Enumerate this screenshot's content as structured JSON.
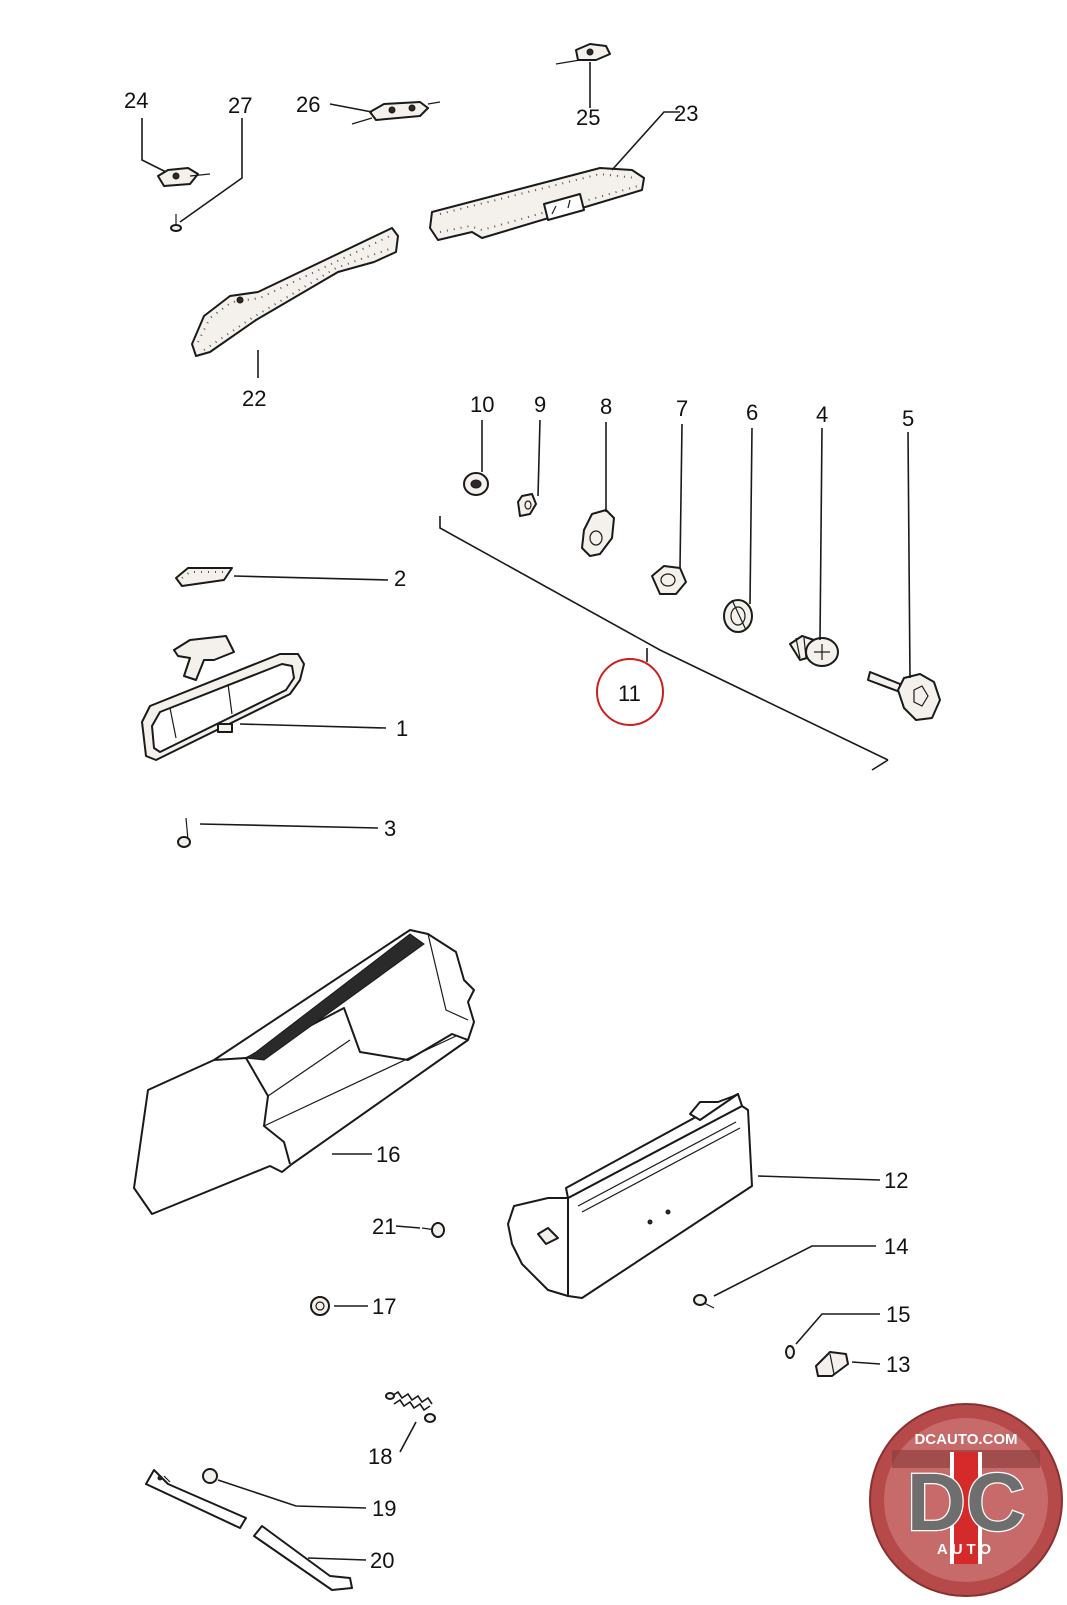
{
  "diagram": {
    "callouts": [
      {
        "id": "c24",
        "label": "24"
      },
      {
        "id": "c27",
        "label": "27"
      },
      {
        "id": "c26",
        "label": "26"
      },
      {
        "id": "c25",
        "label": "25"
      },
      {
        "id": "c23",
        "label": "23"
      },
      {
        "id": "c22",
        "label": "22"
      },
      {
        "id": "c10",
        "label": "10"
      },
      {
        "id": "c9",
        "label": "9"
      },
      {
        "id": "c8",
        "label": "8"
      },
      {
        "id": "c7",
        "label": "7"
      },
      {
        "id": "c6",
        "label": "6"
      },
      {
        "id": "c4",
        "label": "4"
      },
      {
        "id": "c5",
        "label": "5"
      },
      {
        "id": "c2",
        "label": "2"
      },
      {
        "id": "c11",
        "label": "11",
        "highlighted": true
      },
      {
        "id": "c1",
        "label": "1"
      },
      {
        "id": "c3",
        "label": "3"
      },
      {
        "id": "c16",
        "label": "16"
      },
      {
        "id": "c12",
        "label": "12"
      },
      {
        "id": "c21",
        "label": "21"
      },
      {
        "id": "c14",
        "label": "14"
      },
      {
        "id": "c17",
        "label": "17"
      },
      {
        "id": "c15",
        "label": "15"
      },
      {
        "id": "c13",
        "label": "13"
      },
      {
        "id": "c18",
        "label": "18"
      },
      {
        "id": "c19",
        "label": "19"
      },
      {
        "id": "c20",
        "label": "20"
      }
    ],
    "highlight_color": "#cc1f1f"
  },
  "logo": {
    "url_text": "DCAUTO.COM",
    "letters": "DC",
    "subtext": "AUTO",
    "colors": {
      "ring": "#b64a4a",
      "inner": "#c97070",
      "accent": "#d42a2a",
      "letters": "#6e6e6e"
    }
  }
}
